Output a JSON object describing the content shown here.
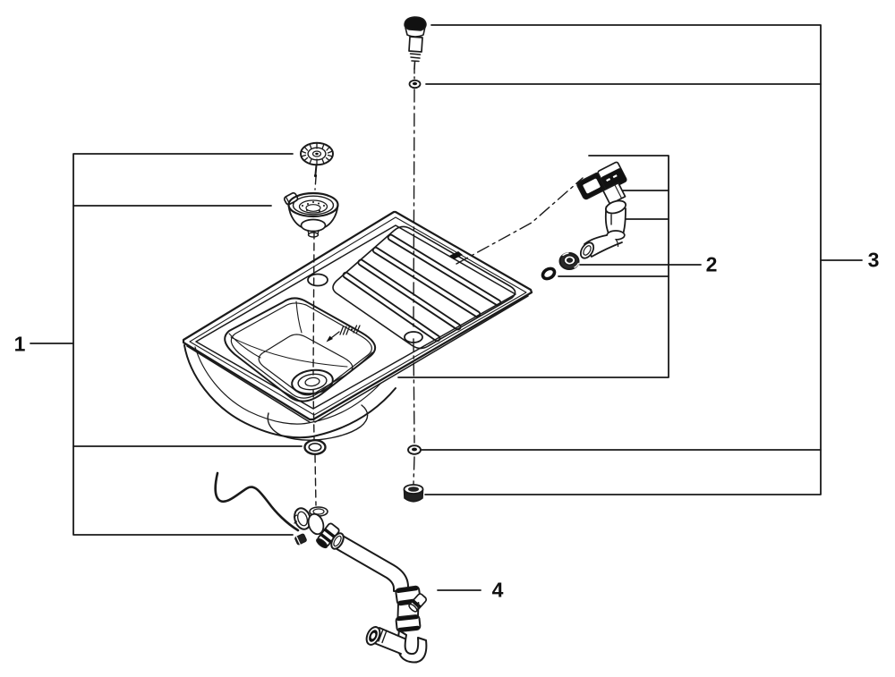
{
  "diagram": {
    "background_color": "#ffffff",
    "line_color": "#1a1a1a",
    "callouts": [
      {
        "label": "1",
        "items": [
          "strainer-plug",
          "basket-strainer",
          "bowl-seal-ring",
          "drain-valve-with-rod"
        ]
      },
      {
        "label": "2",
        "items": [
          "overflow-gasket-frame",
          "overflow-cover",
          "overflow-body",
          "overflow-elbow",
          "grommet-nut",
          "o-ring"
        ]
      },
      {
        "label": "3",
        "items": [
          "mounting-screw",
          "small-washer-top",
          "small-washer-bottom",
          "mounting-nut"
        ]
      },
      {
        "label": "4",
        "items": [
          "siphon-trap"
        ]
      }
    ]
  }
}
